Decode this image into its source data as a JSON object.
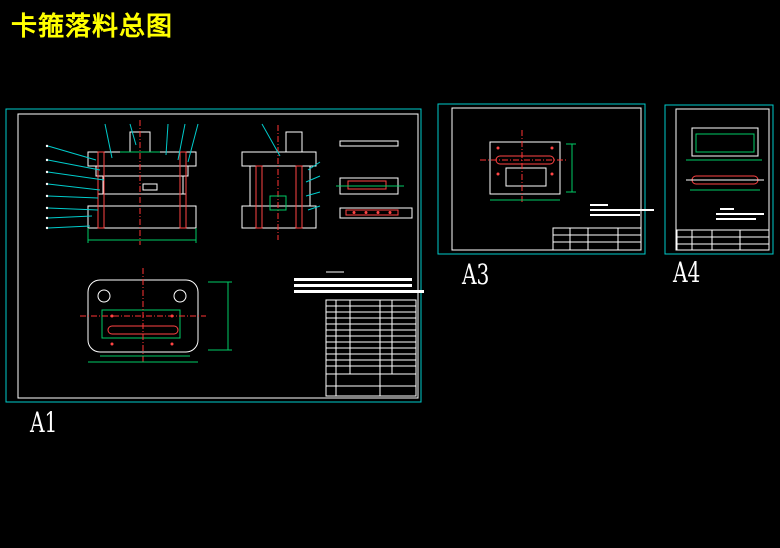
{
  "title": "卡箍落料总图",
  "sheets": {
    "a1": {
      "label": "A1"
    },
    "a3": {
      "label": "A3"
    },
    "a4": {
      "label": "A4"
    }
  },
  "colors": {
    "background": "#000000",
    "title": "#ffff00",
    "frame": "#00cccc",
    "inner_frame": "#ffffff",
    "lines": "#ffffff",
    "dimensions": "#00cc66",
    "centerlines": "#ff3333",
    "leaders": "#00cccc",
    "highlight": "#ff4444"
  }
}
